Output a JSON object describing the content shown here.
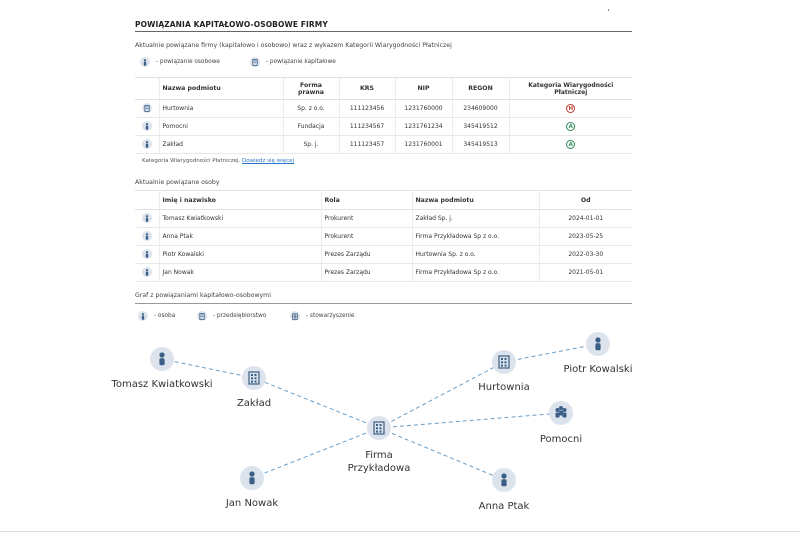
{
  "header": {
    "title": "POWIĄZANIA KAPITAŁOWO-OSOBOWE FIRMY"
  },
  "companies_section": {
    "description": "Aktualnie powiązane firmy (kapitałowo i osobowo) wraz z wykazem Kategorii Wiarygodności Płatniczej",
    "legend_personal": "- powiązanie osobowe",
    "legend_capital": "- powiązanie kapitałowe",
    "columns": [
      "Nazwa podmiotu",
      "Forma prawna",
      "KRS",
      "NIP",
      "REGON",
      "Kategoria Wiarygodności Płatniczej"
    ],
    "rows": [
      {
        "icon": "building-icon",
        "name": "Hurtownia",
        "form": "Sp. z o.o.",
        "krs": "111123456",
        "nip": "1231760000",
        "regon": "234609000",
        "category": "H",
        "category_color": "#c0392b"
      },
      {
        "icon": "person-icon",
        "name": "Pomocni",
        "form": "Fundacja",
        "krs": "111234567",
        "nip": "1231761234",
        "regon": "345419512",
        "category": "A",
        "category_color": "#2e8b57"
      },
      {
        "icon": "person-icon",
        "name": "Zakład",
        "form": "Sp. j.",
        "krs": "111123457",
        "nip": "1231760001",
        "regon": "345419513",
        "category": "A",
        "category_color": "#2e8b57"
      }
    ],
    "footnote_text": "Kategoria Wiarygodności Płatniczej.",
    "footnote_link": "Dowiedz się więcej"
  },
  "persons_section": {
    "description": "Aktualnie powiązane osoby",
    "columns": [
      "Imię i nazwisko",
      "Rola",
      "Nazwa podmiotu",
      "Od"
    ],
    "rows": [
      {
        "name": "Tomasz Kwiatkowski",
        "role": "Prokurent",
        "entity": "Zakład Sp. j.",
        "since": "2024-01-01"
      },
      {
        "name": "Anna Ptak",
        "role": "Prokurent",
        "entity": "Firma Przykładowa Sp z o.o.",
        "since": "2023-05-25"
      },
      {
        "name": "Piotr Kowalski",
        "role": "Prezes Zarządu",
        "entity": "Hurtownia Sp. z o.o.",
        "since": "2022-03-30"
      },
      {
        "name": "Jan Nowak",
        "role": "Prezes Zarządu",
        "entity": "Firma Przykładowa Sp z o.o.",
        "since": "2021-05-01"
      }
    ]
  },
  "graph_section": {
    "description": "Graf z powiązaniami kapitałowo-osobowymi",
    "legend_person": "- osoba",
    "legend_company": "- przedsiębiorstwo",
    "legend_association": "- stowarzyszenie",
    "nodes": [
      {
        "id": "center",
        "label": "Firma\nPrzykładowa",
        "icon": "building-icon"
      },
      {
        "id": "zaklad",
        "label": "Zakład",
        "icon": "building-icon"
      },
      {
        "id": "tomasz",
        "label": "Tomasz Kwiatkowski",
        "icon": "person-icon"
      },
      {
        "id": "jan",
        "label": "Jan Nowak",
        "icon": "person-icon"
      },
      {
        "id": "hurtownia",
        "label": "Hurtownia",
        "icon": "building-icon"
      },
      {
        "id": "piotr",
        "label": "Piotr Kowalski",
        "icon": "person-icon"
      },
      {
        "id": "pomocni",
        "label": "Pomocni",
        "icon": "group-icon"
      },
      {
        "id": "anna",
        "label": "Anna Ptak",
        "icon": "person-icon"
      }
    ],
    "edges": [
      [
        "center",
        "zaklad"
      ],
      [
        "zaklad",
        "tomasz"
      ],
      [
        "center",
        "jan"
      ],
      [
        "center",
        "hurtownia"
      ],
      [
        "hurtownia",
        "piotr"
      ],
      [
        "center",
        "pomocni"
      ],
      [
        "center",
        "anna"
      ]
    ],
    "edge_color": "#6a9ec8"
  }
}
